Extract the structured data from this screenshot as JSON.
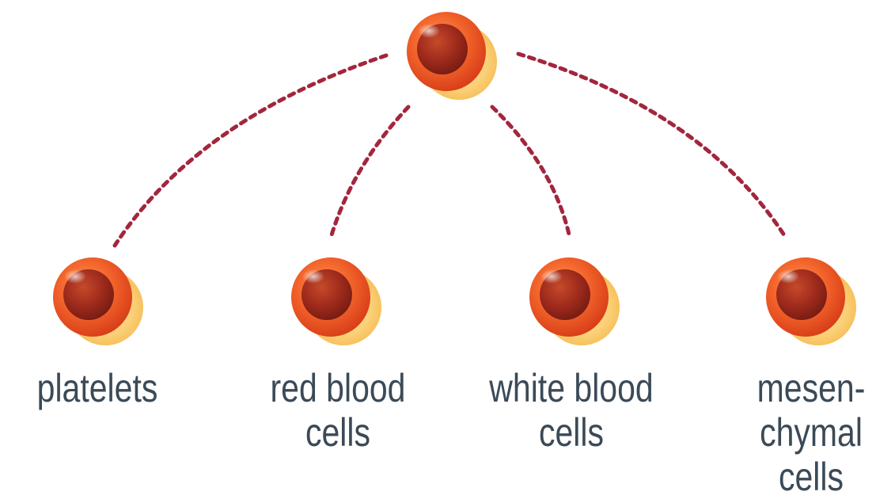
{
  "colors": {
    "connector": "#a3263d",
    "cell_core": "#9e2a1c",
    "cell_rim": "#f2632a",
    "cell_halo": "#fbd27a",
    "label_text": "#3b4a57"
  },
  "labels": {
    "platelets": {
      "line1": "platelets"
    },
    "red_blood_cells": {
      "line1": "red blood",
      "line2": "cells"
    },
    "white_blood_cells": {
      "line1": "white blood",
      "line2": "cells"
    },
    "mesenchymal_cells": {
      "line1": "mesen-",
      "line2": "chymal",
      "line3": "cells"
    }
  }
}
